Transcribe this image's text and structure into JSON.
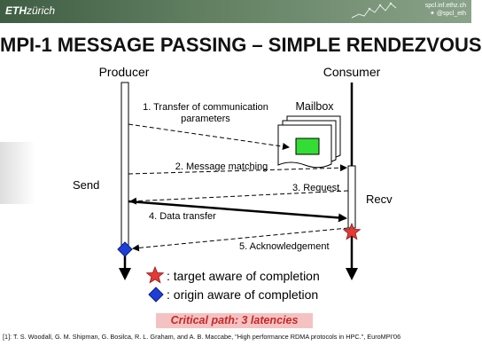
{
  "header": {
    "logo_bold": "ETH",
    "logo_rest": "zürich",
    "lab_url": "spcl.inf.ethz.ch",
    "twitter": "@spcl_eth",
    "twitter_icon": "twitter-bird-icon"
  },
  "title": "MPI-1 MESSAGE PASSING – SIMPLE RENDEZVOUS",
  "diagram": {
    "producer_label": "Producer",
    "consumer_label": "Consumer",
    "mailbox_label": "Mailbox",
    "send_label": "Send",
    "recv_label": "Recv",
    "step1_line1": "1. Transfer of communication",
    "step1_line2": "parameters",
    "step2": "2. Message matching",
    "step3": "3. Request",
    "step4": "4. Data transfer",
    "step5": "5. Acknowledgement"
  },
  "legend": {
    "target_text": ": target aware of completion",
    "origin_text": ": origin aware of completion",
    "target_icon": "red-star-icon",
    "origin_icon": "blue-diamond-icon",
    "star_color": "#e53935",
    "diamond_color": "#1e3fd6"
  },
  "critical_path": "Critical path: 3 latencies",
  "footer": "[1]: T. S. Woodall, G. M. Shipman, G. Bosilca, R. L. Graham, and A. B. Maccabe, \"High performance RDMA protocols in HPC.\", EuroMPI'06",
  "colors": {
    "header_bar": "#4e6b4f",
    "mailbox_green": "#33dd33",
    "critical_bg": "#f4c2c2",
    "critical_text": "#c62828"
  }
}
